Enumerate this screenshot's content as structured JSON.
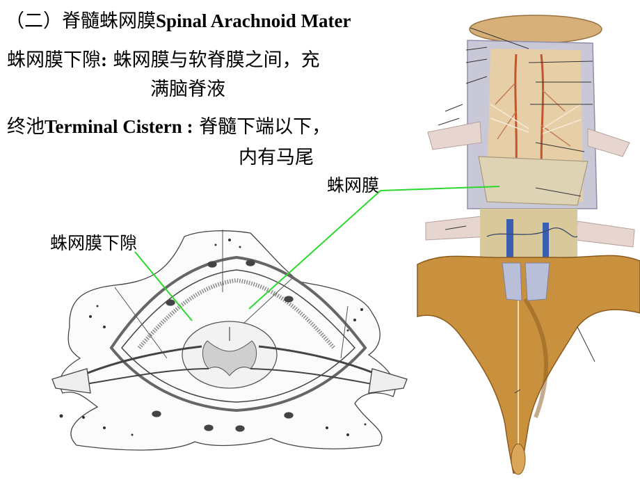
{
  "slide": {
    "title": {
      "prefix": "（二）脊髓蛛网膜",
      "english": "Spinal Arachnoid Mater"
    },
    "definitions": [
      {
        "term": "蛛网膜下隙",
        "separator": ":",
        "text_line1": "蛛网膜与软脊膜之间，充",
        "text_line2": "满脑脊液"
      },
      {
        "term_cn": "终池",
        "term_en": "Terminal Cistern",
        "separator": " :",
        "text_line1": "脊髓下端以下，",
        "text_line2": "内有马尾"
      }
    ],
    "figure_labels": {
      "arachnoid": "蛛网膜",
      "subarachnoid_space": "蛛网膜下隙"
    },
    "colors": {
      "leader_line": "#2bd82b",
      "text": "#000000",
      "bone": "#c9913d",
      "bone_shadow": "#8a5a1e",
      "dura_blue": "#b9bfd8",
      "cord_tan": "#e8d2b0",
      "vessel_red": "#c0552e",
      "vein_blue": "#3b5fb0"
    }
  }
}
